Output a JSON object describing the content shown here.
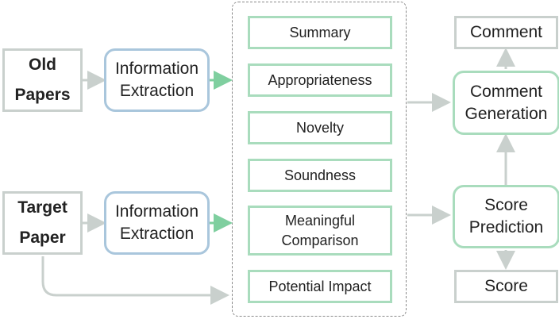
{
  "inputs": {
    "old_papers": "Old\nPapers",
    "target_paper": "Target\nPaper"
  },
  "extraction": {
    "top": "Information\nExtraction",
    "bottom": "Information\nExtraction"
  },
  "aspects": [
    "Summary",
    "Appropriateness",
    "Novelty",
    "Soundness",
    "Meaningful\nComparison",
    "Potential Impact"
  ],
  "outputs": {
    "comment": "Comment",
    "comment_generation": "Comment\nGeneration",
    "score_prediction": "Score\nPrediction",
    "score": "Score"
  },
  "colors": {
    "gray_border": "#c9d0cd",
    "blue_border": "#a9c6dc",
    "green_border": "#a9dcbd",
    "green_arrow": "#7fcf9f",
    "gray_arrow": "#c9d0cd"
  }
}
